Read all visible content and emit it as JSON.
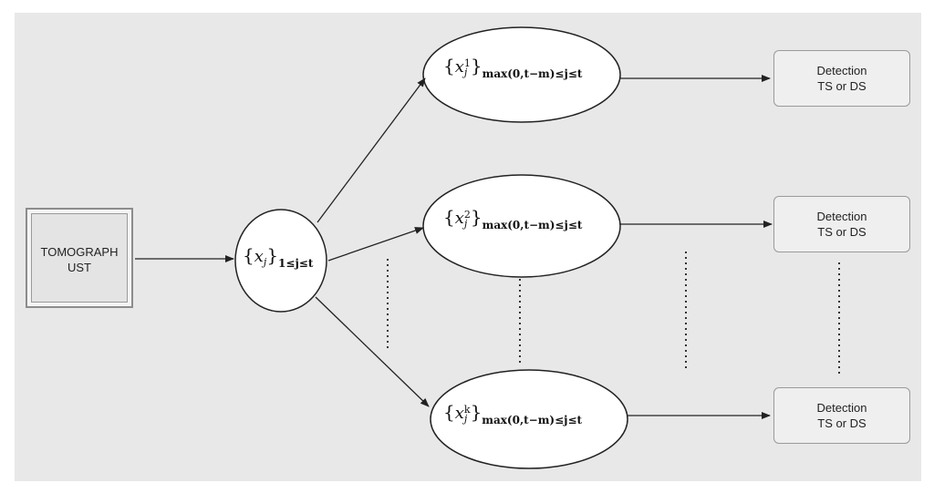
{
  "source": {
    "line1": "TOMOGRAPH",
    "line2": "UST"
  },
  "center_node": {
    "var": "x",
    "sub": "j",
    "range": "1≤j≤t"
  },
  "window_nodes": [
    {
      "var": "x",
      "sub": "j",
      "sup": "1",
      "range": "max(0,t−m)≤j≤t"
    },
    {
      "var": "x",
      "sub": "j",
      "sup": "2",
      "range": "max(0,t−m)≤j≤t"
    },
    {
      "var": "x",
      "sub": "j",
      "sup": "k",
      "range": "max(0,t−m)≤j≤t"
    }
  ],
  "detectors": [
    {
      "line1": "Detection",
      "line2": "TS or DS"
    },
    {
      "line1": "Detection",
      "line2": "TS or DS"
    },
    {
      "line1": "Detection",
      "line2": "TS or DS"
    }
  ],
  "colors": {
    "background": "#e8e8e8",
    "node_fill": "#ffffff",
    "stroke": "#222222",
    "box_fill": "#efefef"
  }
}
